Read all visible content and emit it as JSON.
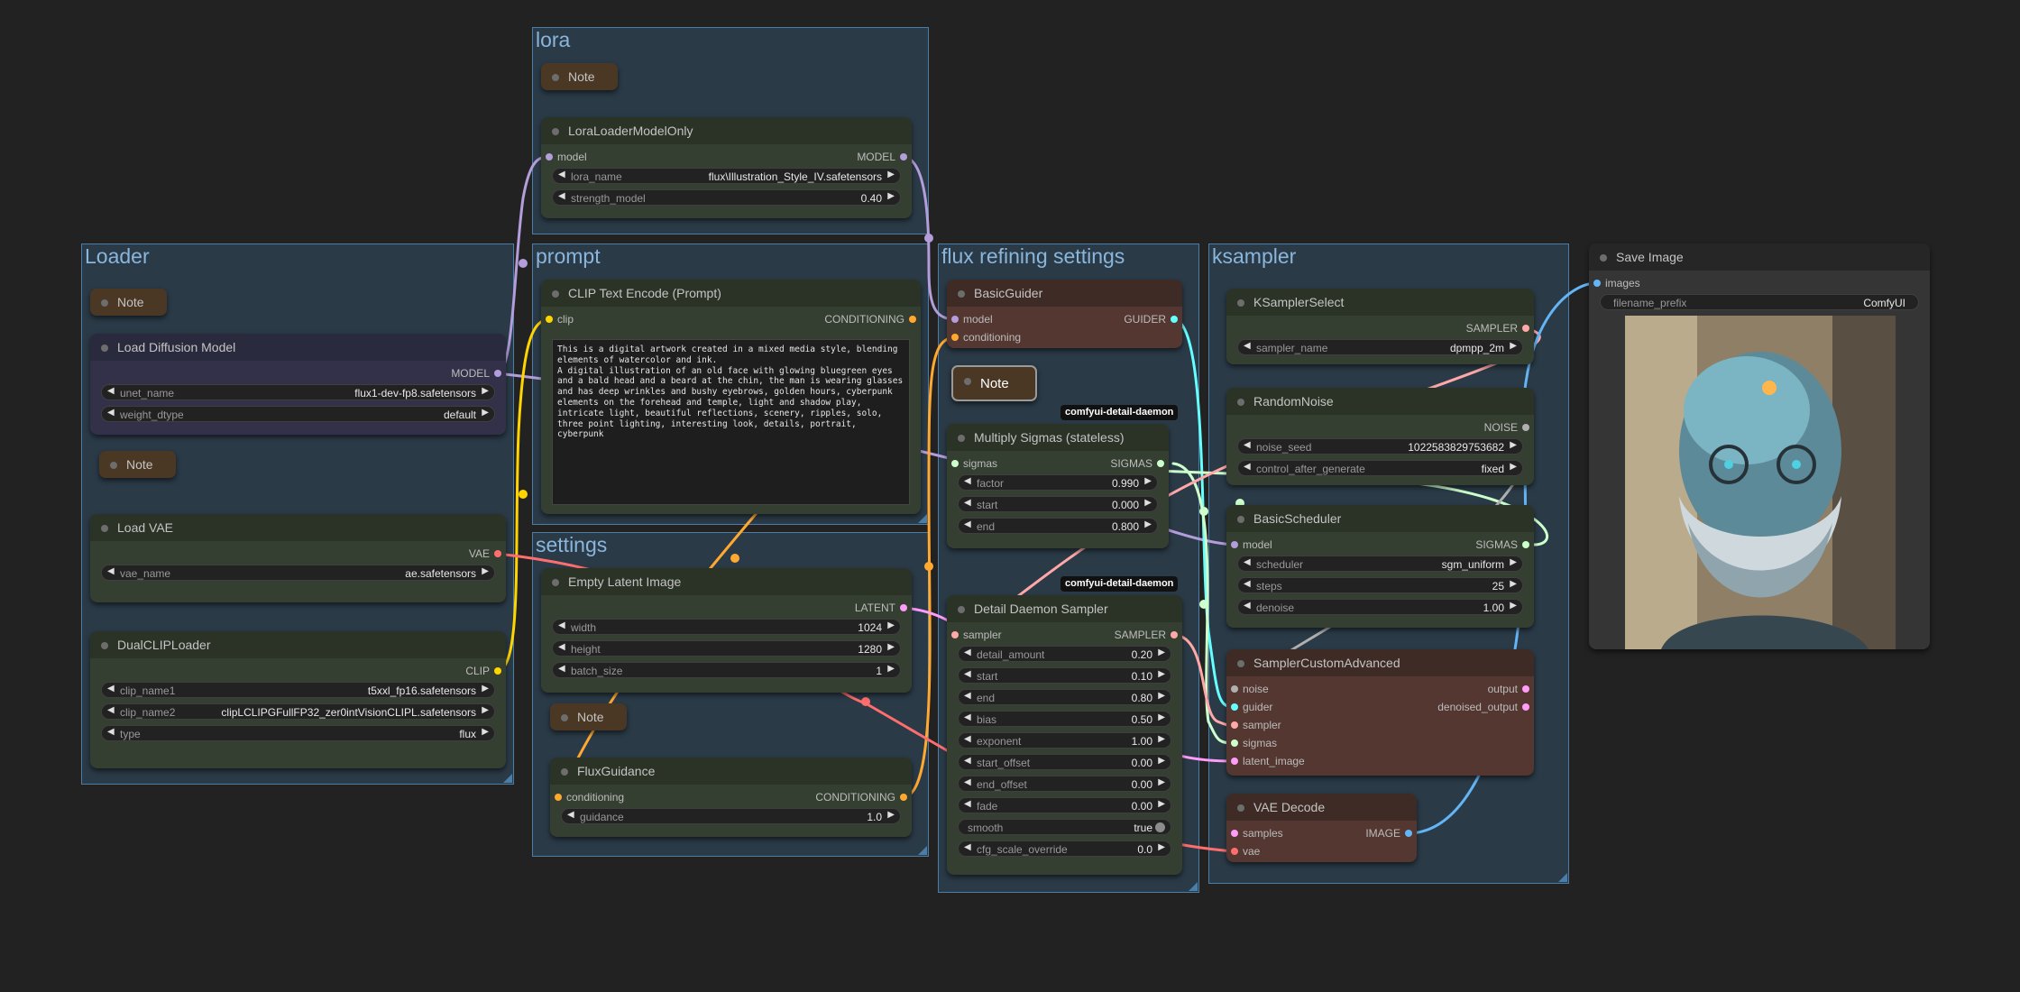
{
  "groups": {
    "loader": "Loader",
    "lora": "lora",
    "prompt": "prompt",
    "settings": "settings",
    "flux": "flux refining settings",
    "ksampler": "ksampler"
  },
  "notes": {
    "loader1": "Note",
    "loader2": "Note",
    "lora": "Note",
    "settings": "Note",
    "flux": "Note"
  },
  "load_diffusion": {
    "title": "Load Diffusion Model",
    "out_model": "MODEL",
    "unet_label": "unet_name",
    "unet_value": "flux1-dev-fp8.safetensors",
    "dtype_label": "weight_dtype",
    "dtype_value": "default"
  },
  "load_vae": {
    "title": "Load VAE",
    "out_vae": "VAE",
    "vae_label": "vae_name",
    "vae_value": "ae.safetensors"
  },
  "dual_clip": {
    "title": "DualCLIPLoader",
    "out_clip": "CLIP",
    "clip1_label": "clip_name1",
    "clip1_value": "t5xxl_fp16.safetensors",
    "clip2_label": "clip_name2",
    "clip2_value": "clipLCLIPGFullFP32_zer0intVisionCLIPL.safetensors",
    "type_label": "type",
    "type_value": "flux"
  },
  "lora_loader": {
    "title": "LoraLoaderModelOnly",
    "in_model": "model",
    "out_model": "MODEL",
    "lora_label": "lora_name",
    "lora_value": "flux\\Illustration_Style_IV.safetensors",
    "strength_label": "strength_model",
    "strength_value": "0.40"
  },
  "clip_text": {
    "title": "CLIP Text Encode (Prompt)",
    "in_clip": "clip",
    "out_cond": "CONDITIONING",
    "text": "This is a digital artwork created in a mixed media style, blending elements of watercolor and ink.\nA digital illustration of an old face with glowing bluegreen eyes and a bald head and a beard at the chin, the man is wearing glasses and has deep wrinkles and bushy eyebrows, golden hours, cyberpunk elements on the forehead and temple, light and shadow play, intricate light, beautiful reflections, scenery, ripples, solo, three point lighting, interesting look, details, portrait, cyberpunk"
  },
  "empty_latent": {
    "title": "Empty Latent Image",
    "out_latent": "LATENT",
    "width_label": "width",
    "width_value": "1024",
    "height_label": "height",
    "height_value": "1280",
    "batch_label": "batch_size",
    "batch_value": "1"
  },
  "flux_guidance": {
    "title": "FluxGuidance",
    "in_cond": "conditioning",
    "out_cond": "CONDITIONING",
    "guidance_label": "guidance",
    "guidance_value": "1.0"
  },
  "basic_guider": {
    "title": "BasicGuider",
    "in_model": "model",
    "in_cond": "conditioning",
    "out_guider": "GUIDER"
  },
  "badge1": "comfyui-detail-daemon",
  "badge2": "comfyui-detail-daemon",
  "multiply_sigmas": {
    "title": "Multiply Sigmas (stateless)",
    "in_sigmas": "sigmas",
    "out_sigmas": "SIGMAS",
    "factor_label": "factor",
    "factor_value": "0.990",
    "start_label": "start",
    "start_value": "0.000",
    "end_label": "end",
    "end_value": "0.800"
  },
  "detail_daemon": {
    "title": "Detail Daemon Sampler",
    "in_sampler": "sampler",
    "out_sampler": "SAMPLER",
    "widgets": [
      {
        "label": "detail_amount",
        "value": "0.20"
      },
      {
        "label": "start",
        "value": "0.10"
      },
      {
        "label": "end",
        "value": "0.80"
      },
      {
        "label": "bias",
        "value": "0.50"
      },
      {
        "label": "exponent",
        "value": "1.00"
      },
      {
        "label": "start_offset",
        "value": "0.00"
      },
      {
        "label": "end_offset",
        "value": "0.00"
      },
      {
        "label": "fade",
        "value": "0.00"
      }
    ],
    "smooth_label": "smooth",
    "smooth_value": "true",
    "cfg_label": "cfg_scale_override",
    "cfg_value": "0.0"
  },
  "ksampler_select": {
    "title": "KSamplerSelect",
    "out_sampler": "SAMPLER",
    "sampler_label": "sampler_name",
    "sampler_value": "dpmpp_2m"
  },
  "random_noise": {
    "title": "RandomNoise",
    "out_noise": "NOISE",
    "seed_label": "noise_seed",
    "seed_value": "102258382975368​2",
    "control_label": "control_after_generate",
    "control_value": "fixed"
  },
  "basic_scheduler": {
    "title": "BasicScheduler",
    "in_model": "model",
    "out_sigmas": "SIGMAS",
    "scheduler_label": "scheduler",
    "scheduler_value": "sgm_uniform",
    "steps_label": "steps",
    "steps_value": "25",
    "denoise_label": "denoise",
    "denoise_value": "1.00"
  },
  "sampler_custom": {
    "title": "SamplerCustomAdvanced",
    "in_noise": "noise",
    "in_guider": "guider",
    "in_sampler": "sampler",
    "in_sigmas": "sigmas",
    "in_latent": "latent_image",
    "out_output": "output",
    "out_denoised": "denoised_output"
  },
  "vae_decode": {
    "title": "VAE Decode",
    "in_samples": "samples",
    "in_vae": "vae",
    "out_image": "IMAGE"
  },
  "save_image": {
    "title": "Save Image",
    "in_images": "images",
    "prefix_label": "filename_prefix",
    "prefix_value": "ComfyUI"
  },
  "colors": {
    "background": "#222222",
    "group": "#365c7c",
    "node": "#353f31",
    "clip_wire": "#ffd500",
    "conditioning_wire": "#ffa931",
    "model_wire": "#b39ddb",
    "vae_wire": "#ff6e6e",
    "latent_wire": "#ff9cf9",
    "sigmas_wire": "#cdffcd",
    "image_wire": "#64b5f6",
    "guider_wire": "#66ffff",
    "noise_wire": "#b0b0b0"
  }
}
